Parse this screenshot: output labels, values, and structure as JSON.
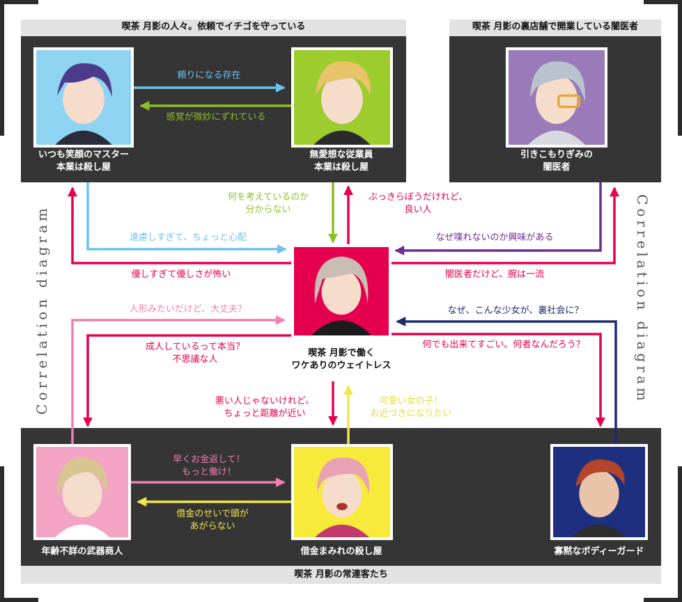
{
  "groups": {
    "top_left": "喫茶 月影の人々。依頼でイチゴを守っている",
    "top_right": "喫茶 月影の裏店舗で開業している闇医者",
    "bottom": "喫茶 月影の常連客たち"
  },
  "side_title": "Correlation diagram",
  "characters": {
    "master": {
      "line1": "いつも笑顔のマスター",
      "line2": "本業は殺し屋"
    },
    "employee": {
      "line1": "無愛想な従業員",
      "line2": "本業は殺し屋"
    },
    "doctor": {
      "line1": "引きこもりぎみの",
      "line2": "闇医者"
    },
    "waitress": {
      "line1": "喫茶 月影で働く",
      "line2": "ワケありのウェイトレス"
    },
    "merchant": {
      "line1": "年齢不詳の武器商人"
    },
    "debtor": {
      "line1": "借金まみれの殺し屋"
    },
    "bodyguard": {
      "line1": "寡黙なボディーガード"
    }
  },
  "relations": {
    "master_to_employee": "頼りになる存在",
    "employee_to_master": "感覚が微妙にずれている",
    "employee_to_waitress": {
      "line1": "何を考えているのか",
      "line2": "分からない"
    },
    "waitress_to_employee": {
      "line1": "ぶっきらぼうだけれど、",
      "line2": "良い人"
    },
    "master_to_waitress": "遠慮しすぎて、ちょっと心配",
    "waitress_to_master": "優しすぎて優しさが怖い",
    "doctor_to_waitress": "なぜ喋れないのか興味がある",
    "waitress_to_doctor": "闇医者だけど、腕は一流",
    "merchant_to_waitress": "人形みたいだけど、大丈夫？",
    "waitress_to_merchant": {
      "line1": "成人しているって本当？",
      "line2": "不思議な人"
    },
    "bodyguard_to_waitress": "なぜ、こんな少女が、裏社会に？",
    "waitress_to_bodyguard": "何でも出来てすごい。何者なんだろう？",
    "waitress_to_debtor": {
      "line1": "悪い人じゃないけれど、",
      "line2": "ちょっと距離が近い"
    },
    "debtor_to_waitress": {
      "line1": "可愛い女の子！",
      "line2": "お近づきになりたい"
    },
    "merchant_to_debtor": {
      "line1": "早くお金返して！",
      "line2": "もっと働け！"
    },
    "debtor_to_merchant": {
      "line1": "借金のせいで頭が",
      "line2": "あがらない"
    }
  },
  "colors": {
    "blue": "#6cc3ec",
    "green": "#8cbf26",
    "red": "#e5004f",
    "purple": "#6a2c91",
    "navy": "#1f2a6e",
    "pink": "#ef7fb0",
    "yellow": "#f2e64a"
  }
}
